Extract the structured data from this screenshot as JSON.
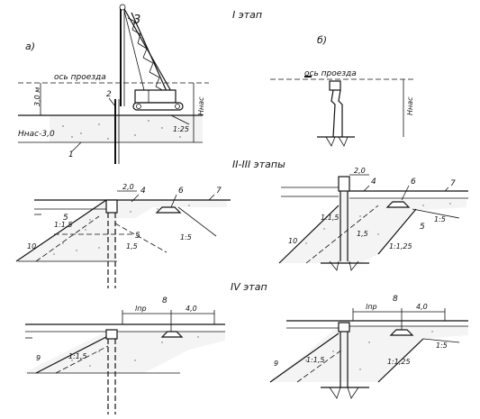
{
  "stages": {
    "stage1": "I  этап",
    "stage23": "II-III этапы",
    "stage4": "IV  этап"
  },
  "panels": {
    "a": "а)",
    "b": "б)"
  },
  "labels": {
    "axis_a": "ось проезда",
    "axis_b": "ось проезда",
    "h_a_left": "3,0 м",
    "h_a_right": "Hнас",
    "h_b_right": "Hнас",
    "level_a": "Hнас-3,0",
    "slope_a": "1:25",
    "num1": "1",
    "num2": "2",
    "num3": "3",
    "dim_2_0_left": "2,0",
    "dim_2_0_right": "2,0",
    "num4_left": "4",
    "num4_right": "4",
    "num5_left_a": "5",
    "num5_left_b": "5",
    "num5_right": "5",
    "num6_left": "6",
    "num6_right": "6",
    "num7_left": "7",
    "num7_right": "7",
    "num10_left": "10",
    "num10_right": "10",
    "slope_1_15_left": "1:1,5",
    "slope_1_15_right": "1:1,5",
    "slope_15_left": "1,5",
    "slope_15_right": "1,5",
    "slope_1_5_left": "1:5",
    "slope_1_5_right": "1:5",
    "slope_1_25_right": "1:1,25",
    "l_pr_left": "lпр",
    "l_pr_right": "lпр",
    "dim_4_0_left": "4,0",
    "dim_4_0_right": "4,0",
    "num8_left": "8",
    "num8_right": "8",
    "num9_left": "9",
    "num9_right": "9",
    "slope4_left": "1:1,5",
    "slope4_right_a": "1:1,5",
    "slope4_right_b": "1:1,25",
    "slope4_right_c": "1:5"
  }
}
